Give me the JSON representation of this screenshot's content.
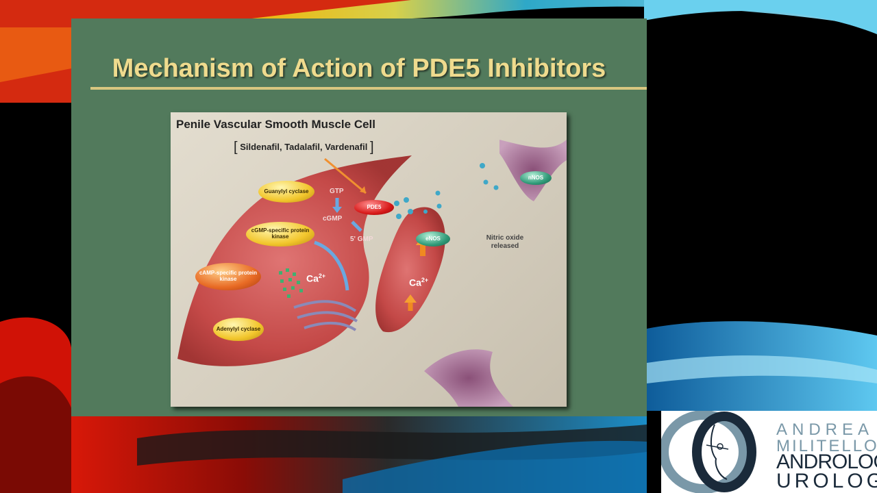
{
  "slide": {
    "title": "Mechanism of Action of PDE5 Inhibitors"
  },
  "diagram": {
    "panel_title": "Penile Vascular Smooth Muscle Cell",
    "drugs": "Sildenafil, Tadalafil, Vardenafil",
    "bracket_open": "[",
    "bracket_close": "]",
    "nodes": {
      "guanylyl": "Guanylyl cyclase",
      "cgmp_kinase": "cGMP-specific protein kinase",
      "camp_kinase": "cAMP-specific protein kinase",
      "adenylyl": "Adenylyl cyclase",
      "pde5": "PDE5",
      "enos": "eNOS",
      "nnos": "nNOS"
    },
    "labels": {
      "gtp": "GTP",
      "cgmp": "cGMP",
      "gmp5": "5' GMP",
      "ca": "Ca",
      "ca_sup": "2+",
      "nitric": "Nitric oxide released"
    },
    "colors": {
      "cell_red": "#c23a3a",
      "neuron_purple": "#a07090",
      "panel_bg": "#d9d2c3"
    }
  },
  "logo": {
    "line1": "ANDREA",
    "line2": "MILITELLO",
    "line3": "ANDROLOGO",
    "line4": "UROLOGO",
    "colors": {
      "light": "#7a98a8",
      "dark": "#1a2a3a"
    }
  }
}
